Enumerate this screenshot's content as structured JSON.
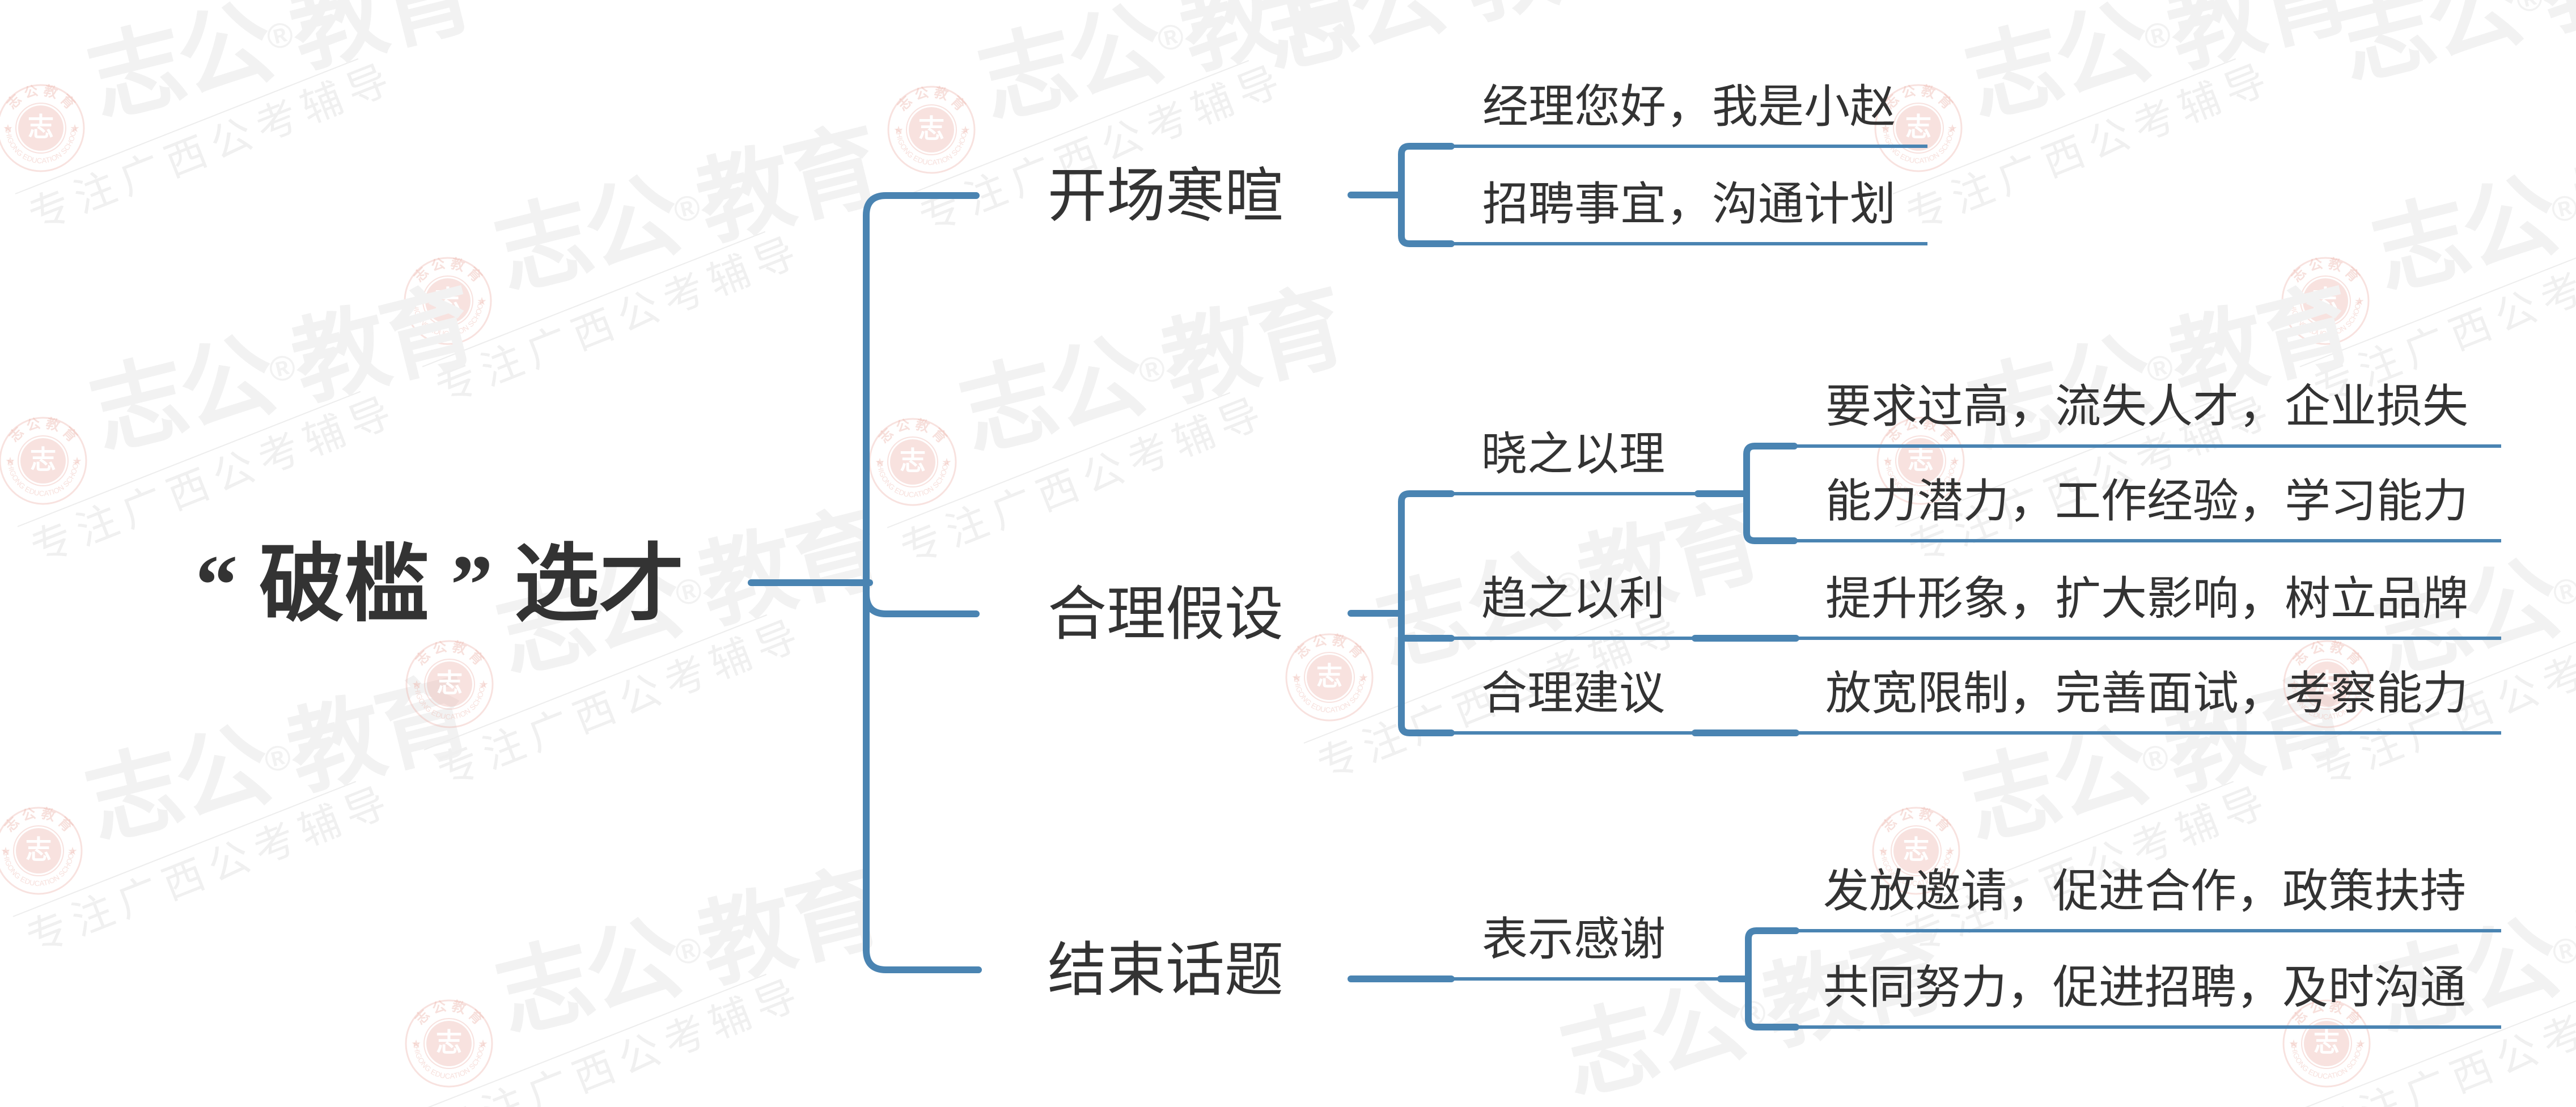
{
  "colors": {
    "background": "#ffffff",
    "line": "#4a84b2",
    "text": "#333333",
    "watermark_gray": "#f2f2f2",
    "watermark_small": "#f0f0f0",
    "watermark_line": "#ededed",
    "watermark_red": "#eebbb2"
  },
  "mindmap": {
    "root": {
      "label": "“破槛”选才"
    },
    "branches": [
      {
        "label": "开场寒暄",
        "children": [
          {
            "label": "经理您好，我是小赵"
          },
          {
            "label": "招聘事宜，沟通计划"
          }
        ]
      },
      {
        "label": "合理假设",
        "children": [
          {
            "label": "晓之以理",
            "children": [
              {
                "label": "要求过高，流失人才，企业损失"
              },
              {
                "label": "能力潜力，工作经验，学习能力"
              }
            ]
          },
          {
            "label": "趋之以利",
            "children": [
              {
                "label": "提升形象，扩大影响，树立品牌"
              }
            ]
          },
          {
            "label": "合理建议",
            "children": [
              {
                "label": "放宽限制，完善面试，考察能力"
              }
            ]
          }
        ]
      },
      {
        "label": "结束话题",
        "children": [
          {
            "label": "表示感谢",
            "children": [
              {
                "label": "发放邀请，促进合作，政策扶持"
              },
              {
                "label": "共同努力，促进招聘，及时沟通"
              }
            ]
          }
        ]
      }
    ]
  },
  "watermark": {
    "brand": "志公教育",
    "registered": "®",
    "tagline": "专注广西公考辅导",
    "seal_text_top": "志公教育",
    "seal_text_bottom": "ZHIGONG EDUCATION SCHOOL",
    "seal_star": "★",
    "seal_center_glyph": "志"
  }
}
